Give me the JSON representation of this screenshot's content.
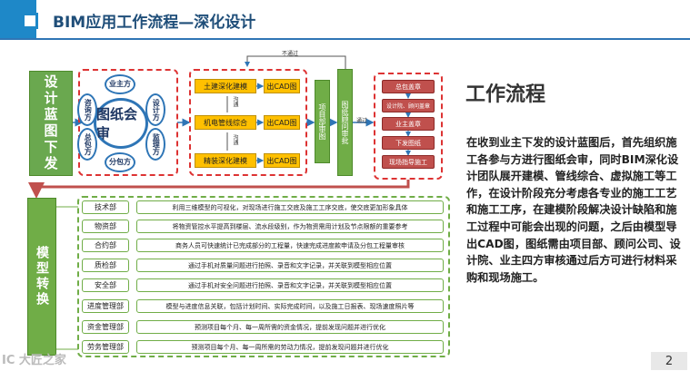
{
  "title": "BIM应用工作流程—深化设计",
  "left_box": "设计蓝图下发",
  "review": {
    "center": "图纸会审",
    "parties": [
      "业主方",
      "设计方",
      "监理方",
      "分包方",
      "总包方",
      "咨询方"
    ]
  },
  "deepening": {
    "rows": [
      {
        "left": "土建深化建模",
        "right": "出CAD图"
      },
      {
        "left": "机电管线综合",
        "right": "出CAD图"
      },
      {
        "left": "精装深化建模",
        "right": "出CAD图"
      }
    ],
    "comm_label": "沟通"
  },
  "project_review": "项目部审图",
  "consultant_review": "图纸顾问审批",
  "not_passed": "不通过",
  "passed": "通过",
  "approval_steps": [
    "总包盖章",
    "设计院、顾问盖章",
    "业主盖章",
    "下发图纸",
    "现场指导施工"
  ],
  "model_convert": "模型转换",
  "departments": [
    {
      "name": "技术部",
      "desc": "利用三维模型的可视化，对现场进行施工交底及施工工序交底，使交底更加形象具体"
    },
    {
      "name": "物资部",
      "desc": "将物资管控水平提高到楼层、流水段级别，作为物资需用计划及节点限额的重要参考"
    },
    {
      "name": "合约部",
      "desc": "商务人员可快速统计已完成部分的工程量，快速完成进度款申请及分包工程量审核"
    },
    {
      "name": "质检部",
      "desc": "通过手机对质量问题进行拍照、录音和文字记录，并关联到模型相应位置"
    },
    {
      "name": "安全部",
      "desc": "通过手机对安全问题进行拍照、录音和文字记录，并关联到模型相应位置"
    },
    {
      "name": "进度管理部",
      "desc": "模型与进度信息关联，包括计划时间、实际完成时间，以及施工日报表、现场速度照片等"
    },
    {
      "name": "资金管理部",
      "desc": "预测项目每个月、每一周所需的资金情况，提前发现问题并进行优化"
    },
    {
      "name": "劳务管理部",
      "desc": "预测项目每个月、每一周所需的劳动力情况，提前发现问题并进行优化"
    }
  ],
  "workflow_heading": "工作流程",
  "workflow_text": "在收到业主下发的设计蓝图后，首先组织施工各参与方进行图纸会审，同时BIM深化设计团队展开建模、管线综合、虚拟施工等工作，在设计阶段充分考虑各专业的施工工艺和施工工序，在建模阶段解决设计缺陷和施工过程中可能会出现的问题，之后由模型导出CAD图，图纸需由项目部、顾问公司、设计院、业主四方审核通过后方可进行材料采购和现场施工。",
  "page_number": "2",
  "watermark": "IC 大匠之家",
  "colors": {
    "accent": "#2f75b5",
    "green": "#70ad47",
    "yellow": "#ffc000",
    "red": "#c0504d",
    "dash": "#dd3333"
  }
}
